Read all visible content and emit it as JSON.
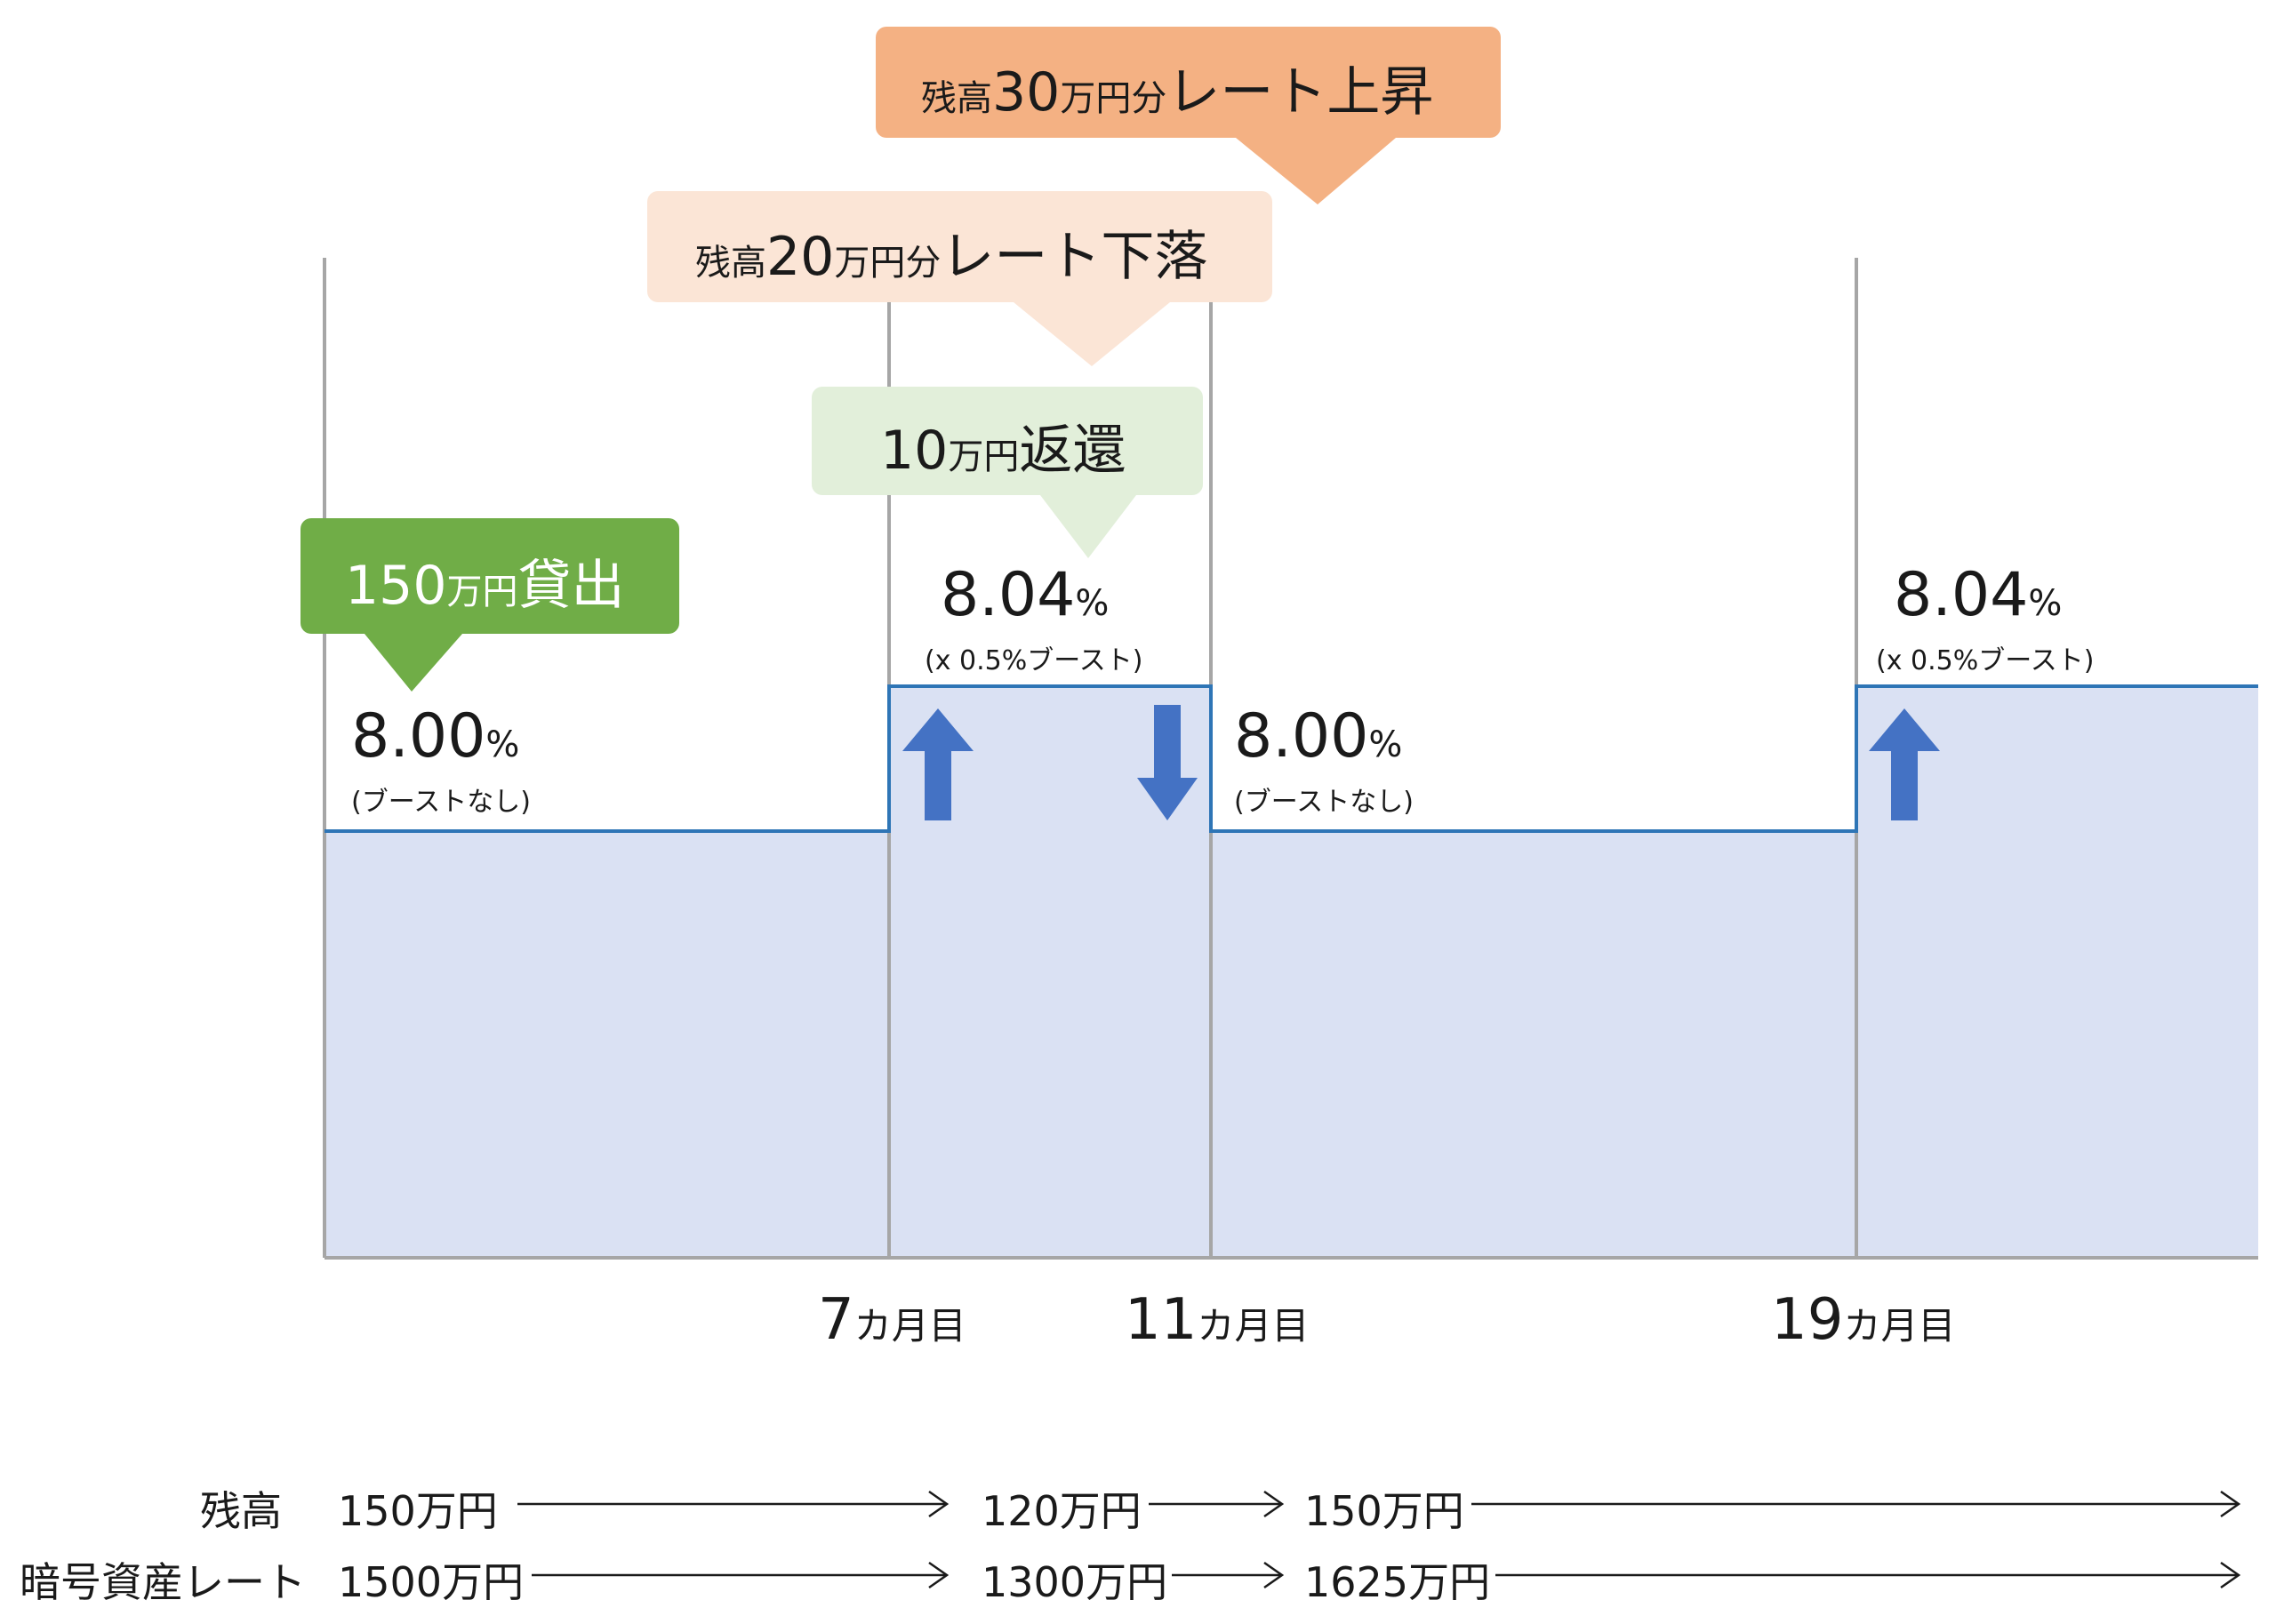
{
  "callouts": {
    "loan": {
      "num": "150",
      "unit": "万円",
      "text": "貸出",
      "color": "#70ad47",
      "text_color": "#ffffff"
    },
    "repay": {
      "num": "10",
      "unit": "万円",
      "text": "返還",
      "color": "#e2efda"
    },
    "down": {
      "pre": "残高",
      "num": "20",
      "unit": "万円分",
      "text": "レート下落",
      "color": "#fbe5d6"
    },
    "up": {
      "pre": "残高",
      "num": "30",
      "unit": "万円分",
      "text": "レート上昇",
      "color": "#f4b183"
    }
  },
  "rates": [
    {
      "value": "8.00",
      "unit": "%",
      "note": "(ブーストなし)"
    },
    {
      "value": "8.04",
      "unit": "%",
      "note": "(x 0.5%ブースト)"
    },
    {
      "value": "8.00",
      "unit": "%",
      "note": "(ブーストなし)"
    },
    {
      "value": "8.04",
      "unit": "%",
      "note": "(x 0.5%ブースト)"
    }
  ],
  "months": [
    {
      "num": "7",
      "unit": "カ月目"
    },
    {
      "num": "11",
      "unit": "カ月目"
    },
    {
      "num": "19",
      "unit": "カ月目"
    }
  ],
  "rows": [
    {
      "label": "残高",
      "values": [
        "150万円",
        "120万円",
        "150万円"
      ]
    },
    {
      "label": "暗号資産レート",
      "values": [
        "1500万円",
        "1300万円",
        "1625万円"
      ]
    }
  ],
  "colors": {
    "fill": "#dae1f3",
    "line": "#2e75b6",
    "arrow": "#4472c4",
    "axis": "#a6a6a6"
  }
}
